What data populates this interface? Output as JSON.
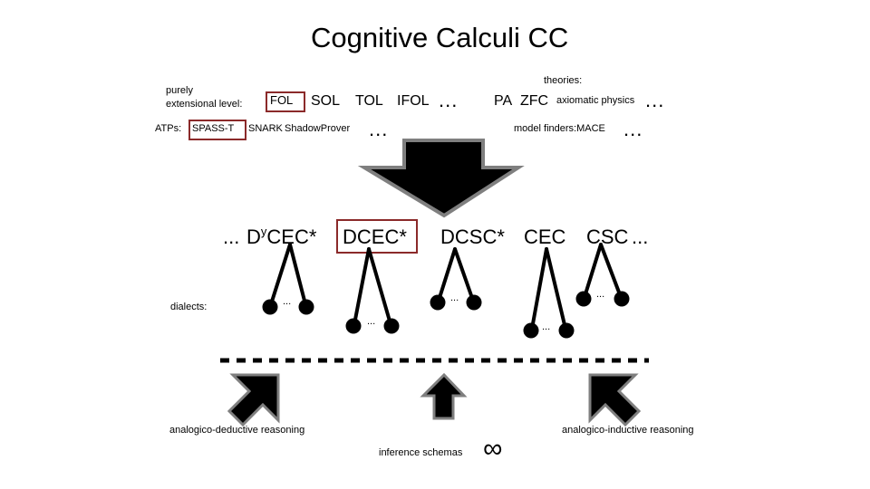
{
  "title": "Cognitive Calculi CC",
  "top": {
    "extensional_label_line1": "purely",
    "extensional_label_line2": "extensional level:",
    "logics": [
      "FOL",
      "SOL",
      "TOL",
      "IFOL"
    ],
    "logics_ellipsis": "...",
    "theories_label": "theories:",
    "theories": [
      "PA",
      "ZFC"
    ],
    "axiomatic_physics": "axiomatic physics",
    "theories_ellipsis": "...",
    "atps_label": "ATPs:",
    "atps": [
      "SPASS-T",
      "SNARK",
      "ShadowProver"
    ],
    "atps_ellipsis": "...",
    "model_finders": "model finders:MACE",
    "model_finders_ellipsis": "..."
  },
  "calculi": {
    "leading_ellipsis": "...",
    "dycec_prefix": "D",
    "dycec_super": "y",
    "dycec_rest": "CEC*",
    "items": [
      "DCEC*",
      "DCSC*",
      "CEC",
      "CSC"
    ],
    "trailing_ellipsis": "..."
  },
  "dialects_label": "dialects:",
  "tree_ellipsis": "...",
  "bottom": {
    "deductive": "analogico-deductive reasoning",
    "inductive": "analogico-inductive reasoning",
    "schemas": "inference schemas",
    "infinity": "∞"
  },
  "colors": {
    "highlight_box": "#8b2a2a",
    "arrow_fill": "#000000",
    "arrow_stroke": "#7f7f7f"
  }
}
